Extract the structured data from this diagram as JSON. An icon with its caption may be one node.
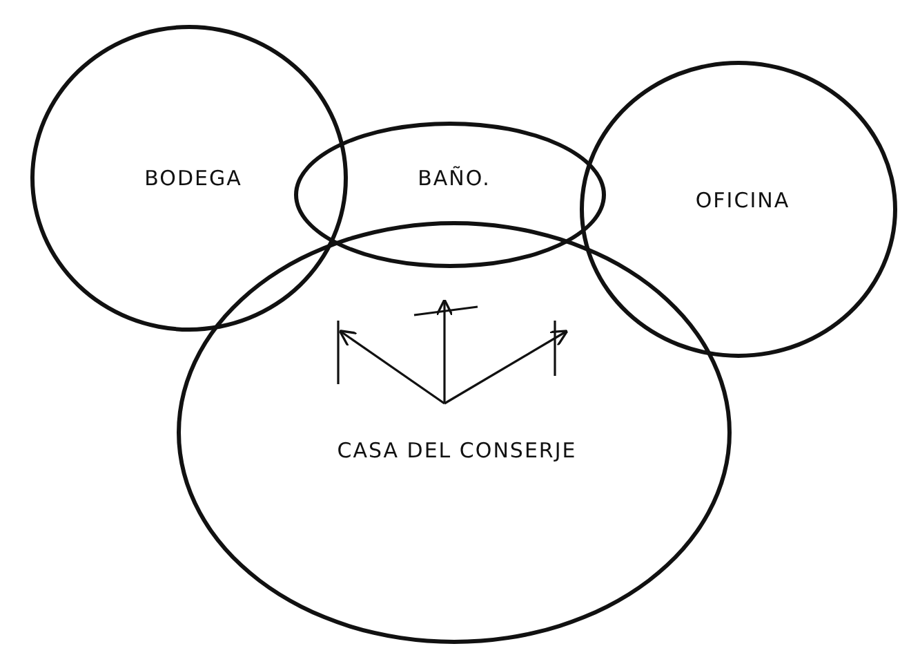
{
  "diagram": {
    "nodes": [
      {
        "text": [
          "BODEGA"
        ]
      },
      {
        "text": [
          "BAÑO."
        ]
      },
      {
        "text": [
          "OFICINA"
        ]
      },
      {
        "text": [
          "CASA DEL CONSERJE"
        ]
      }
    ]
  }
}
